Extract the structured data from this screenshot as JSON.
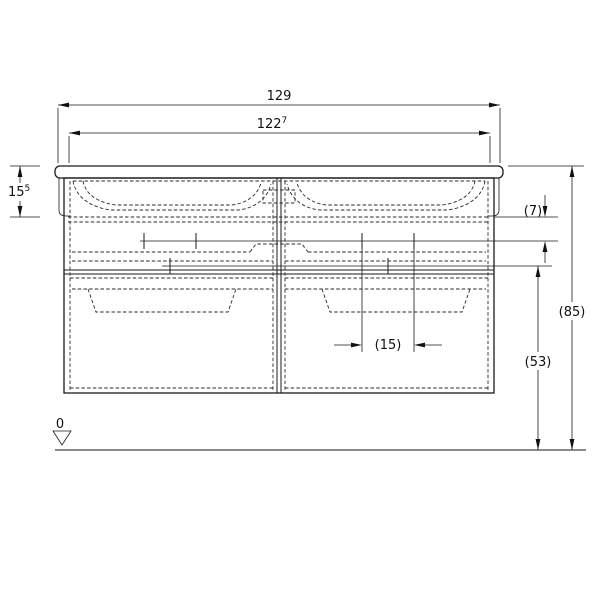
{
  "drawing": {
    "subject": "double-washbasin-cabinet-front-elevation",
    "line_color": "#1a1a1a",
    "background": "#ffffff",
    "dimensions": {
      "overall_width": {
        "value": "129"
      },
      "inner_width": {
        "base": "122",
        "sup": "7"
      },
      "basin_height": {
        "base": "15",
        "sup": "5"
      },
      "tap_offset": {
        "value": "(7)"
      },
      "overall_height": {
        "value": "(85)"
      },
      "lower_height": {
        "value": "(53)"
      },
      "tap_spacing": {
        "value": "(15)"
      },
      "datum": {
        "value": "0"
      }
    }
  }
}
